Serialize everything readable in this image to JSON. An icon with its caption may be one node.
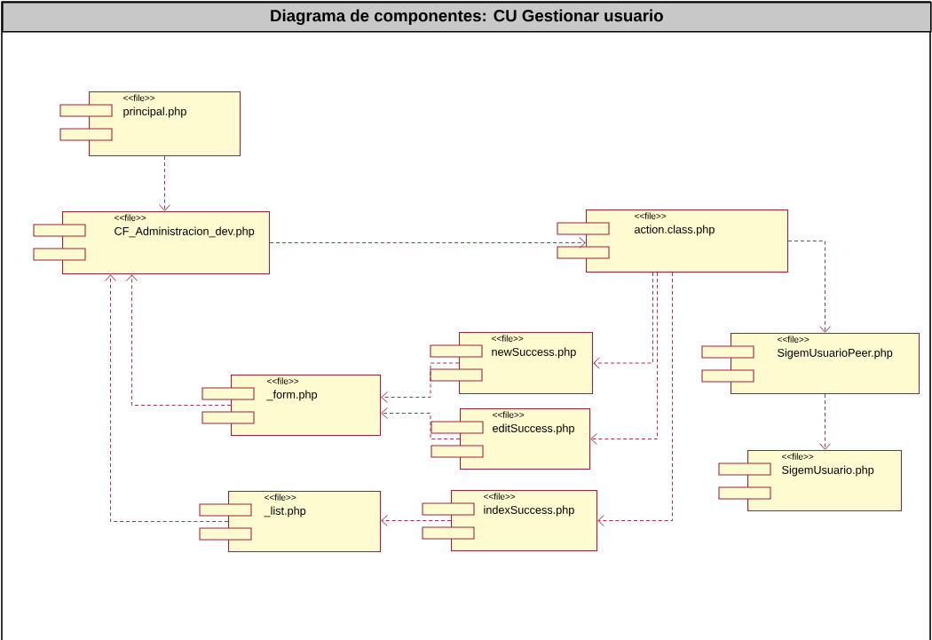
{
  "diagram": {
    "title": "Diagrama de componentes: CU Gestionar usuario",
    "nodes": [
      {
        "text": [
          "<<file>>",
          "principal.php"
        ]
      },
      {
        "text": [
          "<<file>>",
          "CF_Administracion_dev.php"
        ]
      },
      {
        "text": [
          "<<file>>",
          "action.class.php"
        ]
      },
      {
        "text": [
          "<<file>>",
          "newSuccess.php"
        ]
      },
      {
        "text": [
          "<<file>>",
          "_form.php"
        ]
      },
      {
        "text": [
          "<<file>>",
          "editSuccess.php"
        ]
      },
      {
        "text": [
          "<<file>>",
          "SigemUsuarioPeer.php"
        ]
      },
      {
        "text": [
          "<<file>>",
          "SigemUsuario.php"
        ]
      },
      {
        "text": [
          "<<file>>",
          "_list.php"
        ]
      },
      {
        "text": [
          "<<file>>",
          "indexSuccess.php"
        ]
      }
    ],
    "edges": [
      {
        "from": 0,
        "to": 1,
        "arrow": "to",
        "style": "dashed"
      },
      {
        "from": 1,
        "to": 2,
        "arrow": "to",
        "style": "dashed"
      },
      {
        "from": 2,
        "to": 6,
        "arrow": "to",
        "style": "dashed"
      },
      {
        "from": 6,
        "to": 7,
        "arrow": "to",
        "style": "dashed"
      },
      {
        "from": 2,
        "to": 3,
        "arrow": "to",
        "style": "dashed"
      },
      {
        "from": 2,
        "to": 5,
        "arrow": "to",
        "style": "dashed"
      },
      {
        "from": 2,
        "to": 9,
        "arrow": "to",
        "style": "dashed"
      },
      {
        "from": 3,
        "to": 4,
        "arrow": "to",
        "style": "dashed"
      },
      {
        "from": 5,
        "to": 4,
        "arrow": "to",
        "style": "dashed"
      },
      {
        "from": 9,
        "to": 8,
        "arrow": "to",
        "style": "dashed"
      },
      {
        "from": 4,
        "to": 1,
        "arrow": "to",
        "style": "dashed"
      },
      {
        "from": 8,
        "to": 1,
        "arrow": "to",
        "style": "dashed"
      }
    ]
  }
}
